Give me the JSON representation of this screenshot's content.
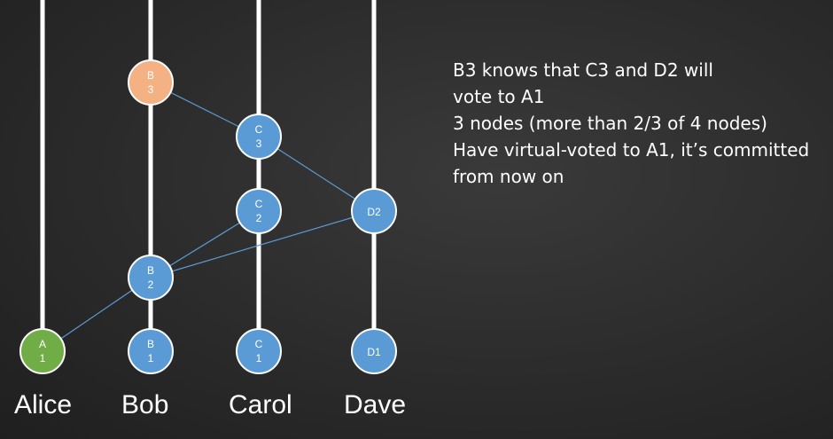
{
  "participants": [
    "Alice",
    "Bob",
    "Carol",
    "Dave"
  ],
  "events": [
    {
      "id": "A1",
      "lane": 0,
      "line1": "A",
      "line2": "1",
      "color": "#71ad47"
    },
    {
      "id": "B1",
      "lane": 1,
      "line1": "B",
      "line2": "1",
      "color": "#5b9bd5"
    },
    {
      "id": "C1",
      "lane": 2,
      "line1": "C",
      "line2": "1",
      "color": "#5b9bd5"
    },
    {
      "id": "D1",
      "lane": 3,
      "line1": "D1",
      "line2": "",
      "color": "#5b9bd5"
    },
    {
      "id": "B2",
      "lane": 1,
      "line1": "B",
      "line2": "2",
      "color": "#5b9bd5"
    },
    {
      "id": "C2",
      "lane": 2,
      "line1": "C",
      "line2": "2",
      "color": "#5b9bd5"
    },
    {
      "id": "D2",
      "lane": 3,
      "line1": "D2",
      "line2": "",
      "color": "#5b9bd5"
    },
    {
      "id": "C3",
      "lane": 2,
      "line1": "C",
      "line2": "3",
      "color": "#5b9bd5"
    },
    {
      "id": "B3",
      "lane": 1,
      "line1": "B",
      "line2": "3",
      "color": "#f4b183"
    }
  ],
  "edges": [
    [
      "A1",
      "B2"
    ],
    [
      "B2",
      "C2"
    ],
    [
      "B2",
      "D2"
    ],
    [
      "C3",
      "D2"
    ],
    [
      "B3",
      "C3"
    ]
  ],
  "explanation": {
    "line1": "B3 knows that C3 and D2 will",
    "line2": "vote to A1",
    "line3": "3 nodes (more than 2/3 of 4 nodes)",
    "line4": "Have virtual-voted to A1, it’s committed",
    "line5": "from now on"
  },
  "colors": {
    "background": "#2b2b2b",
    "lane_line": "#ffffff",
    "edge": "#5b9bd5",
    "node_stroke": "#ffffff",
    "text": "#ffffff"
  }
}
